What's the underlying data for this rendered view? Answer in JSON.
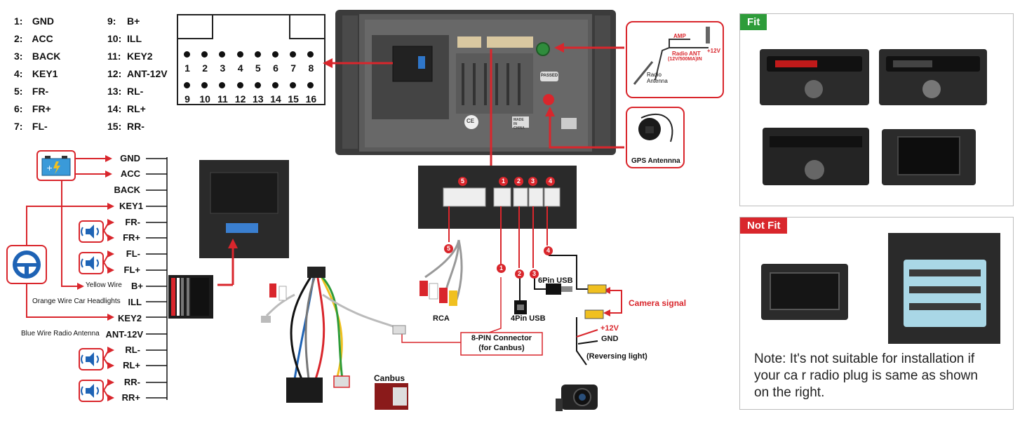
{
  "pinout_left": [
    {
      "num": "1:",
      "label": "GND"
    },
    {
      "num": "2:",
      "label": "ACC"
    },
    {
      "num": "3:",
      "label": "BACK"
    },
    {
      "num": "4:",
      "label": "KEY1"
    },
    {
      "num": "5:",
      "label": "FR-"
    },
    {
      "num": "6:",
      "label": "FR+"
    },
    {
      "num": "7:",
      "label": "FL-"
    }
  ],
  "pinout_right": [
    {
      "num": "9:",
      "label": "B+"
    },
    {
      "num": "10:",
      "label": "ILL"
    },
    {
      "num": "11:",
      "label": "KEY2"
    },
    {
      "num": "12:",
      "label": "ANT-12V"
    },
    {
      "num": "13:",
      "label": "RL-"
    },
    {
      "num": "14:",
      "label": "RL+"
    },
    {
      "num": "15:",
      "label": "RR-"
    }
  ],
  "connector_top_row": [
    "1",
    "2",
    "3",
    "4",
    "5",
    "6",
    "7",
    "8"
  ],
  "connector_bottom_row": [
    "9",
    "10",
    "11",
    "12",
    "13",
    "14",
    "15",
    "16"
  ],
  "wiring": {
    "gnd": "GND",
    "acc": "ACC",
    "back": "BACK",
    "key1": "KEY1",
    "fr_minus": "FR-",
    "fr_plus": "FR+",
    "fl_minus": "FL-",
    "fl_plus": "FL+",
    "yellow_note": "Yellow Wire",
    "b_plus": "B+",
    "orange_note": "Orange Wire Car Headlights",
    "ill": "ILL",
    "key2": "KEY2",
    "blue_note": "Blue Wire Radio Antenna",
    "ant": "ANT-12V",
    "rl_minus": "RL-",
    "rl_plus": "RL+",
    "rr_minus": "RR-",
    "rr_plus": "RR+"
  },
  "antenna_box": {
    "amp": "AMP",
    "radio_ant": "Radio ANT",
    "radio_ant_spec": "(12V/500MA)IN",
    "plus12": "+12V",
    "radio_antenna": "Radio Antenna"
  },
  "gps_label": "GPS Antennna",
  "ports": {
    "n1": "1",
    "n2": "2",
    "n3": "3",
    "n4": "4",
    "n5": "5"
  },
  "labels": {
    "rca": "RCA",
    "usb4": "4Pin USB",
    "usb6": "6Pin USB",
    "camera_signal": "Camera signal",
    "plus12v": "+12V",
    "gnd": "GND",
    "reversing": "(Reversing light)",
    "eight_pin": "8-PIN Connector",
    "eight_pin_sub": "(for Canbus)",
    "canbus": "Canbus",
    "ce": "CE",
    "made_in": "MADE IN CHINA",
    "passed": "PASSED"
  },
  "fit": {
    "badge": "Fit",
    "badge_color": "#2e9c3a"
  },
  "not_fit": {
    "badge": "Not Fit",
    "badge_color": "#d9262c",
    "note": "Note: It's not suitable for installation if your ca r radio plug is same as shown on the right."
  },
  "colors": {
    "red": "#d9262c",
    "green": "#2e9c3a",
    "speaker_blue": "#1e63b5"
  },
  "icons": [
    "battery-icon",
    "steering-wheel-icon",
    "speaker-icon",
    "camera-icon",
    "gps-antenna-icon"
  ]
}
